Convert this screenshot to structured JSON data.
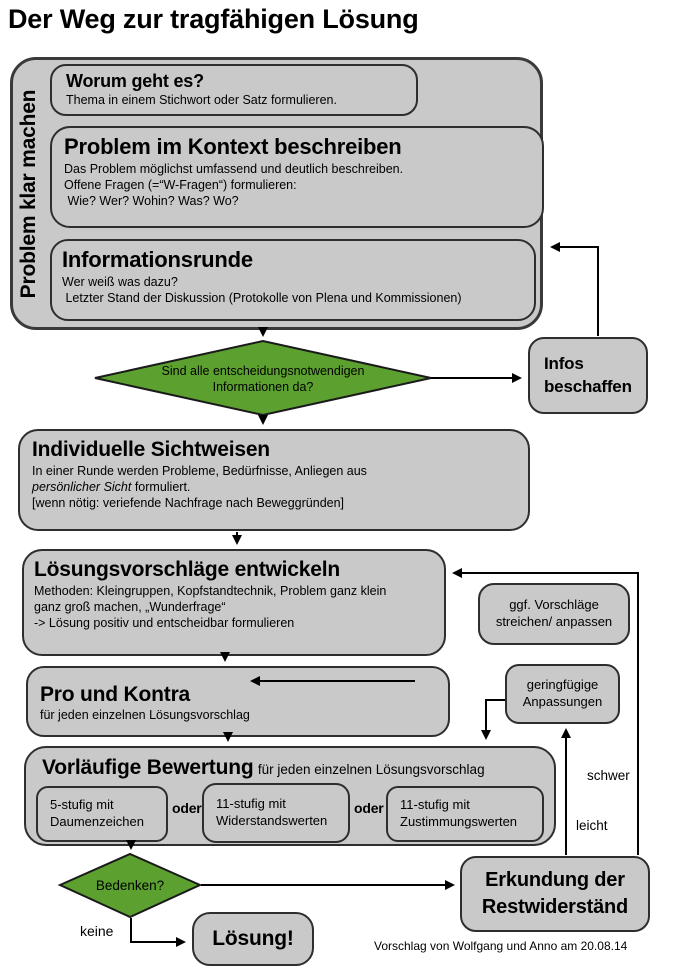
{
  "title": "Der Weg zur tragfähigen Lösung",
  "colors": {
    "box_fill": "#c9c9c9",
    "box_border": "#2e2e2e",
    "green": "#5ca130",
    "line": "#000000"
  },
  "phase1": {
    "side_label": "Problem klar machen",
    "worum": {
      "title": "Worum geht es?",
      "line1": "Thema in einem Stichwort oder Satz formulieren."
    },
    "kontext": {
      "title": "Problem im Kontext beschreiben",
      "line1": "Das Problem möglichst umfassend und deutlich beschreiben.",
      "line2": "Offene Fragen (=“W-Fragen“) formulieren:",
      "line3": " Wie? Wer? Wohin? Was? Wo?"
    },
    "inforunde": {
      "title": "Informationsrunde",
      "line1": "Wer weiß was dazu?",
      "line2": " Letzter Stand der Diskussion (Protokolle von Plena und Kommissionen)"
    }
  },
  "decision1": {
    "line1": "Sind alle entscheidungsnotwendigen",
    "line2": "Informationen da?"
  },
  "infos": {
    "line1": "Infos",
    "line2": "beschaffen"
  },
  "individuelle": {
    "title": "Individuelle Sichtweisen",
    "line1": "In einer Runde werden Probleme, Bedürfnisse, Anliegen aus",
    "line2_italic": "persönlicher Sicht",
    "line2_rest": " formuliert.",
    "line3": "[wenn nötig: veriefende Nachfrage nach Beweggründen]"
  },
  "loesungsvorschlaege": {
    "title": "Lösungsvorschläge entwickeln",
    "line1": "Methoden: Kleingruppen, Kopfstandtechnik, Problem ganz klein",
    "line2": "ganz groß machen, „Wunderfrage“",
    "line3": "-> Lösung positiv und entscheidbar formulieren"
  },
  "ggf": {
    "line1": "ggf. Vorschläge",
    "line2": "streichen/ anpassen"
  },
  "pro_kontra": {
    "title": "Pro und Kontra",
    "subtitle": "für jeden einzelnen Lösungsvorschlag"
  },
  "geringfuegige": {
    "line1": "geringfügige",
    "line2": "Anpassungen"
  },
  "bewertung": {
    "title": "Vorläufige Bewertung",
    "suffix": "für jeden einzelnen Lösungsvorschlag",
    "oder": "oder",
    "options": [
      {
        "l1": "5-stufig mit",
        "l2": "Daumenzeichen"
      },
      {
        "l1": "11-stufig mit",
        "l2": "Widerstandswerten"
      },
      {
        "l1": "11-stufig mit",
        "l2": "Zustimmungswerten"
      }
    ]
  },
  "decision2": {
    "text": "Bedenken?"
  },
  "erkundung": {
    "line1": "Erkundung der",
    "line2": "Restwiderständ"
  },
  "loesung": {
    "text": "Lösung!"
  },
  "labels": {
    "keine": "keine",
    "schwer": "schwer",
    "leicht": "leicht"
  },
  "footer": "Vorschlag von Wolfgang und Anno am 20.08.14"
}
